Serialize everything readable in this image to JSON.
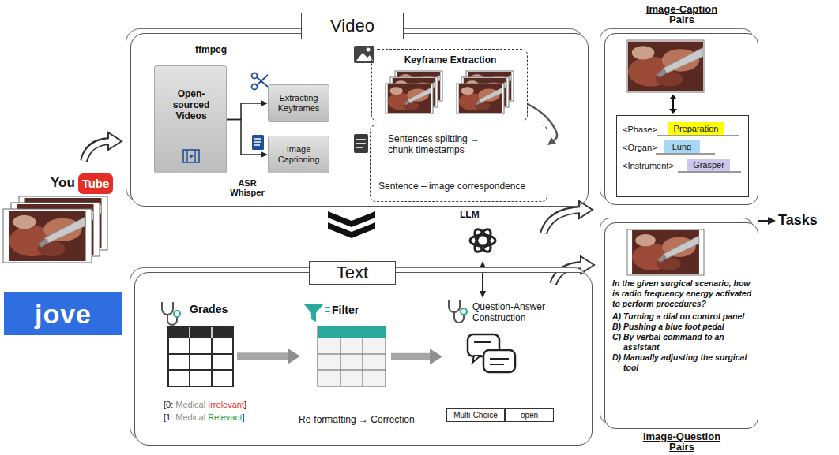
{
  "diagram": {
    "nodes": [
      {
        "text": [
          "Video"
        ]
      },
      {
        "text": [
          "Open-sourced Videos"
        ],
        "in": 0
      },
      {
        "text": [
          "Extracting Keyframes"
        ],
        "in": 0
      },
      {
        "text": [
          "Image Captioning"
        ],
        "in": 0
      },
      {
        "text": [
          "Keyframe Extraction"
        ],
        "in": 0
      },
      {
        "text": [
          "Sentences splitting → chunk timestamps",
          "Sentence – image correspondence"
        ],
        "in": 0
      },
      {
        "text": [
          "Text"
        ]
      },
      {
        "text": [
          "Grades"
        ],
        "in": 6
      },
      {
        "text": [
          "Filter"
        ],
        "in": 6
      },
      {
        "text": [
          "Question-Answer Construction"
        ],
        "in": 6
      },
      {
        "text": [
          "Multi-Choice"
        ],
        "in": 6
      },
      {
        "text": [
          "open"
        ],
        "in": 6
      },
      {
        "text": [
          "LLM"
        ]
      },
      {
        "text": [
          "Image-Caption Pairs"
        ]
      },
      {
        "text": [
          "<Phase>",
          "<Organ>",
          "<Instrument>"
        ],
        "in": 13
      },
      {
        "text": [
          "Preparation"
        ],
        "in": 14
      },
      {
        "text": [
          "Lung"
        ],
        "in": 14
      },
      {
        "text": [
          "Grasper"
        ],
        "in": 14
      },
      {
        "text": [
          "Image-Question Pairs",
          "In the given surgical scenario, how is radio frequency energy activated to perform procedures?",
          "A) Turning a dial on control panel",
          "B) Pushing a blue foot pedal",
          "C) By verbal command to an assistant",
          "D) Manually adjusting the surgical tool"
        ]
      },
      {
        "text": [
          "Tube"
        ]
      },
      {
        "text": [
          "jove"
        ]
      }
    ],
    "edges": [
      {
        "from": 1,
        "to": 2,
        "arrow": "to"
      },
      {
        "from": 1,
        "to": 3,
        "arrow": "to"
      },
      {
        "from": 4,
        "to": 5,
        "arrow": "to"
      },
      {
        "from": 7,
        "to": 8,
        "arrow": "to"
      },
      {
        "from": 8,
        "to": 9,
        "arrow": "to"
      },
      {
        "from": 9,
        "to": 12,
        "arrow": "both"
      }
    ],
    "labels": [
      "ffmpeg",
      "ASR Whisper",
      "[0:",
      "Medical",
      "Irrelevant",
      "]",
      "[1:",
      "Medical",
      "Relevant",
      "]",
      "Re-formatting → Correction",
      "Tasks",
      "You"
    ]
  }
}
